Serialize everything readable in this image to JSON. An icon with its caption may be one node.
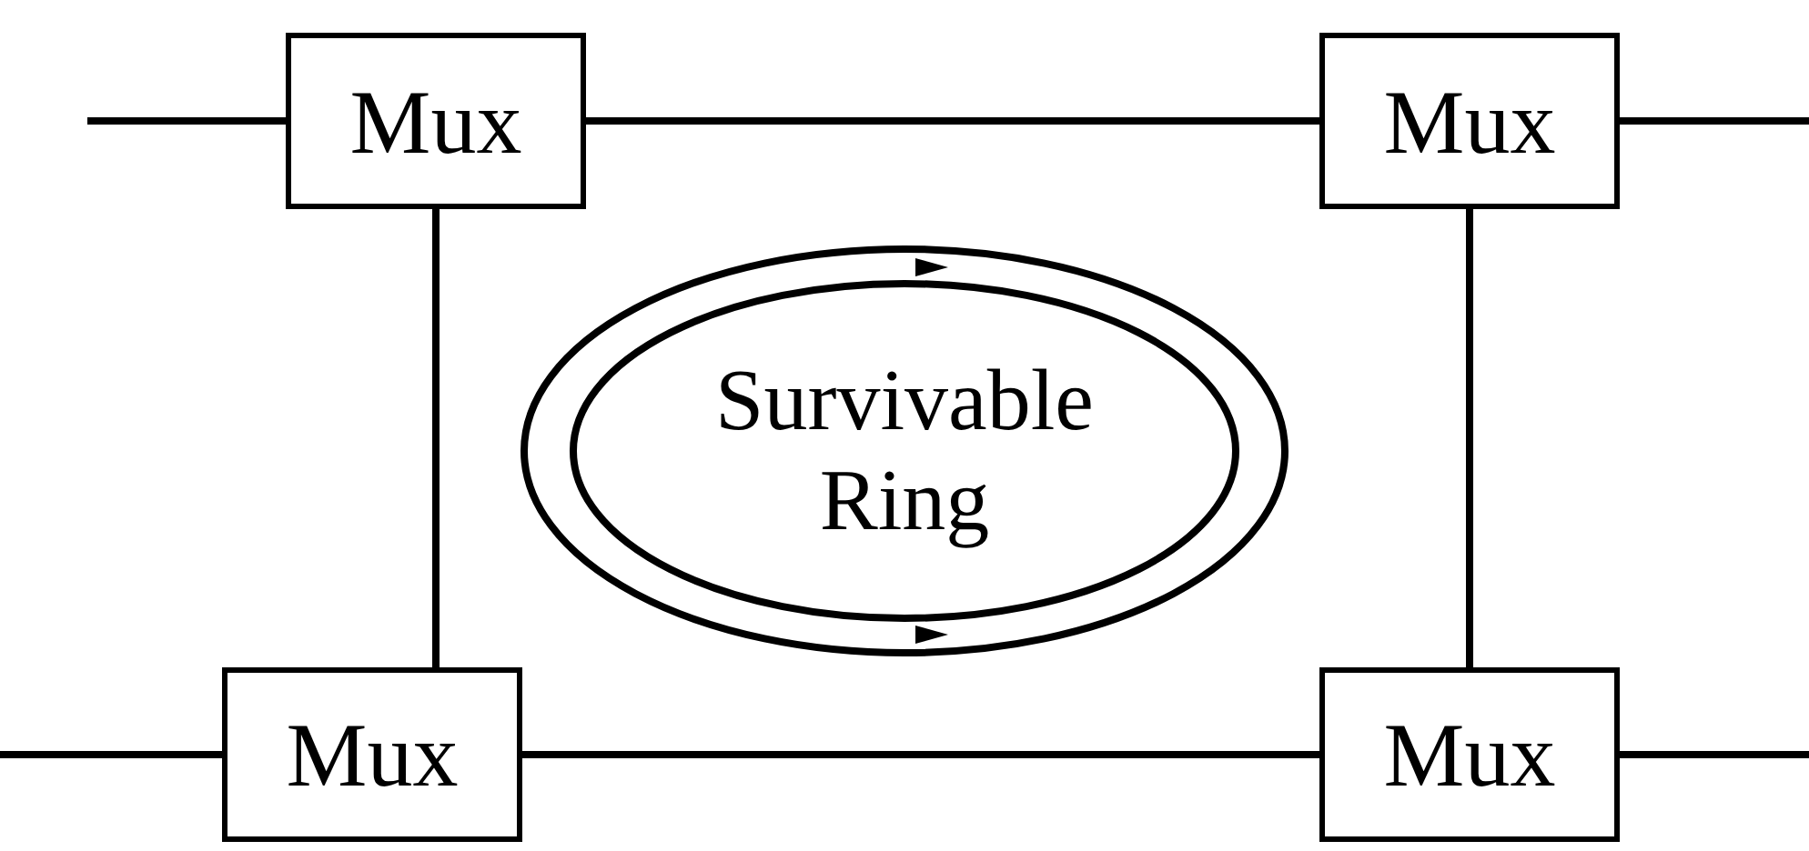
{
  "diagram": {
    "nodes": [
      {
        "text": [
          "Mux"
        ]
      },
      {
        "text": [
          "Mux"
        ]
      },
      {
        "text": [
          "Survivable Ring"
        ]
      },
      {
        "text": [
          "Mux"
        ]
      },
      {
        "text": [
          "Mux"
        ]
      }
    ],
    "edges": [
      {
        "from": null,
        "to": 0,
        "arrow": "none"
      },
      {
        "from": 0,
        "to": 1,
        "arrow": "none"
      },
      {
        "from": 1,
        "to": null,
        "arrow": "none"
      },
      {
        "from": 0,
        "to": 3,
        "arrow": "none"
      },
      {
        "from": 1,
        "to": 4,
        "arrow": "none"
      },
      {
        "from": null,
        "to": 3,
        "arrow": "none"
      },
      {
        "from": 3,
        "to": 4,
        "arrow": "none"
      },
      {
        "from": 4,
        "to": null,
        "arrow": "none"
      }
    ]
  }
}
